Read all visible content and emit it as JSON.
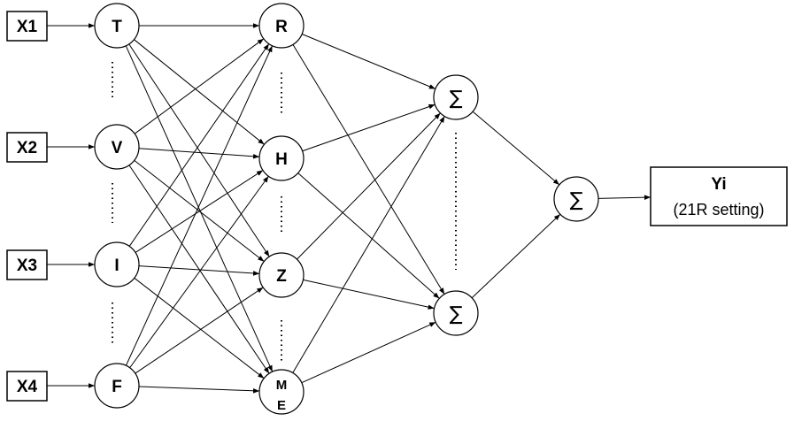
{
  "inputs": [
    "X1",
    "X2",
    "X3",
    "X4"
  ],
  "layer1": [
    "T",
    "V",
    "I",
    "F"
  ],
  "layer2": [
    "R",
    "H",
    "Z"
  ],
  "layer2_last": {
    "top": "M",
    "bottom": "E"
  },
  "sum_symbol": "∑",
  "output": {
    "title": "Yi",
    "subtitle": "(21R setting)"
  }
}
